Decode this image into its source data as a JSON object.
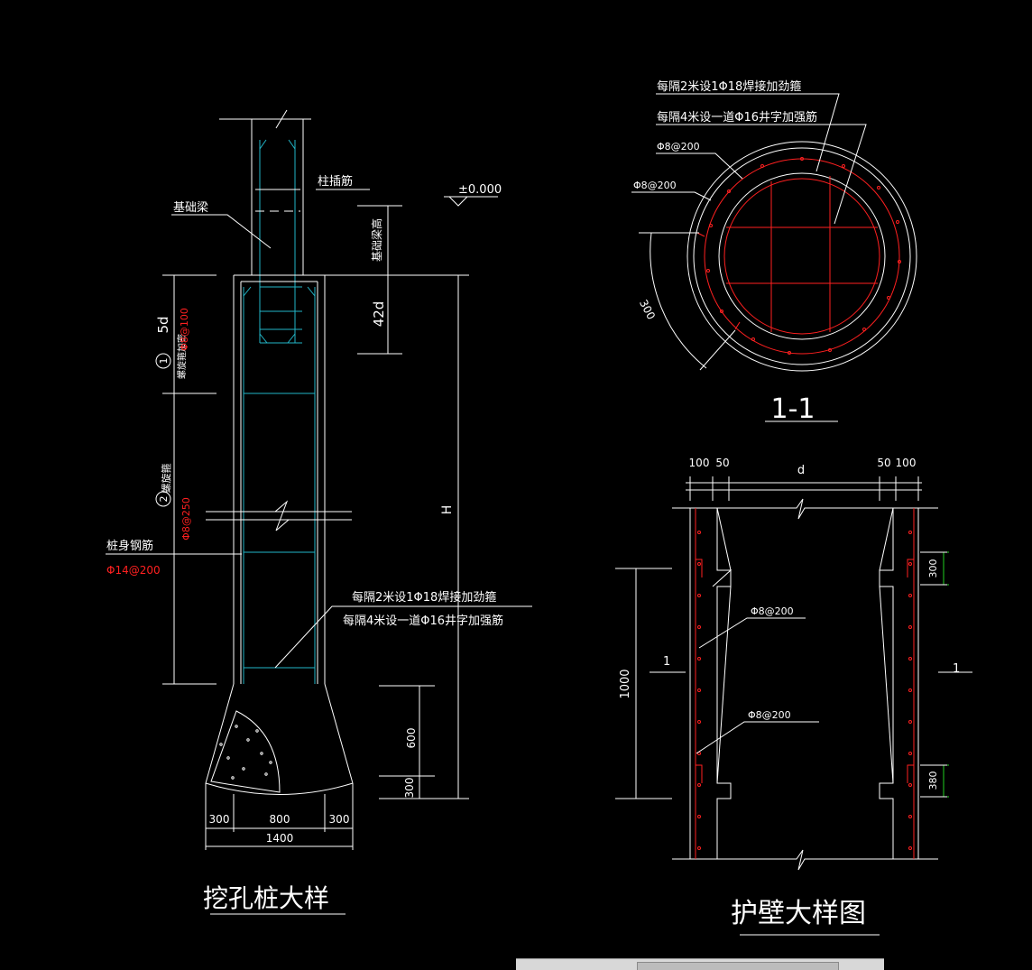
{
  "pile_detail": {
    "title": "挖孔桩大样",
    "column_rebar": "柱插筋",
    "foundation_beam": "基础梁",
    "elevation": "±0.000",
    "beam_height": "基础梁高",
    "anchor_42d": "42d",
    "zone1_length": "5d",
    "zone1_number": "1",
    "zone1_label": "螺旋箍加密",
    "zone1_spec": "Φ8@100",
    "zone2_number": "2",
    "zone2_label": "螺旋箍",
    "zone2_spec": "Φ8@250",
    "body_rebar": "桩身钢筋",
    "body_rebar_spec": "Φ14@200",
    "note1": "每隔2米设1Φ18焊接加劲箍",
    "note2": "每隔4米设一道Φ16井字加强筋",
    "height": "H",
    "dim_600": "600",
    "dim_300": "300",
    "base_left": "300",
    "base_mid": "800",
    "base_right": "300",
    "base_total": "1400"
  },
  "section": {
    "title": "1-1",
    "note1": "每隔2米设1Φ18焊接加劲箍",
    "note2": "每隔4米设一道Φ16井字加强筋",
    "spec_inner": "Φ8@200",
    "spec_outer": "Φ8@200",
    "dim_300": "300"
  },
  "wall_detail": {
    "title": "护壁大样图",
    "dim_100_left": "100",
    "dim_50_left": "50",
    "dim_d": "d",
    "dim_50_right": "50",
    "dim_100_right": "100",
    "dim_1000": "1000",
    "mark_left": "1",
    "mark_right": "1",
    "spec_upper": "Φ8@200",
    "spec_lower": "Φ8@200",
    "dim_300": "300",
    "dim_380": "380"
  }
}
